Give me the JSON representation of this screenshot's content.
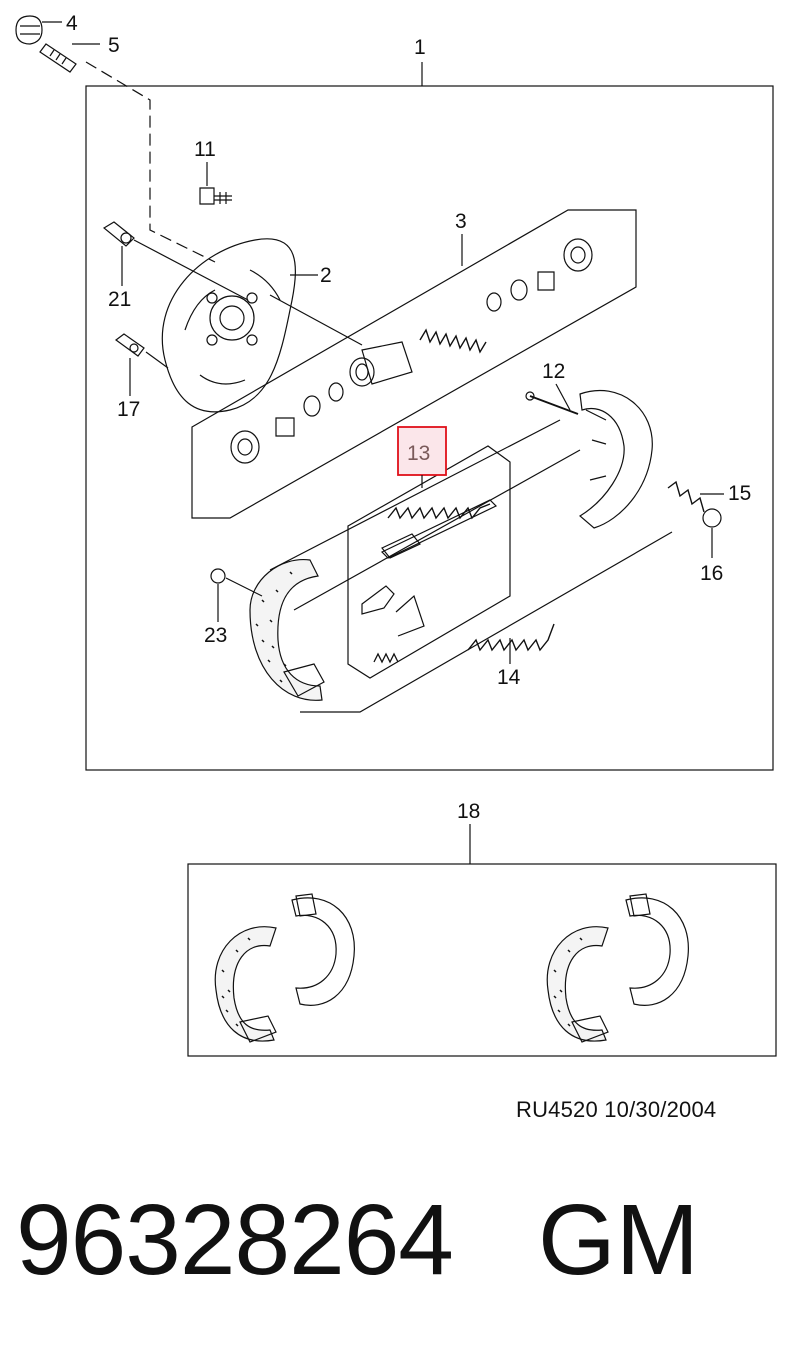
{
  "callouts": {
    "c1": "1",
    "c2": "2",
    "c3": "3",
    "c4": "4",
    "c5": "5",
    "c11": "11",
    "c12": "12",
    "c13": "13",
    "c14": "14",
    "c15": "15",
    "c16": "16",
    "c17": "17",
    "c18": "18",
    "c21": "21",
    "c23": "23"
  },
  "highlight": {
    "callout": "13",
    "color": "#e0101a",
    "fill": "#fbe6ea"
  },
  "footer": {
    "reference": "RU4520  10/30/2004",
    "part_number": "96328264",
    "brand": "GM"
  }
}
